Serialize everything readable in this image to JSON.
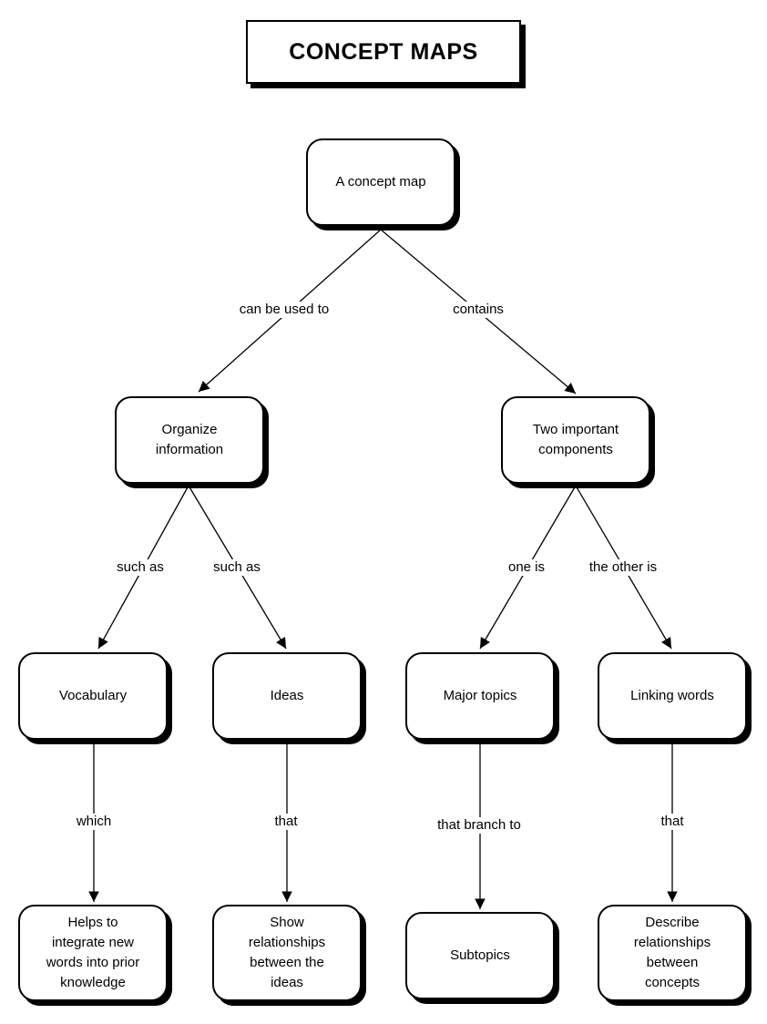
{
  "title": "CONCEPT MAPS",
  "nodes": {
    "root": "A concept map",
    "organize": "Organize\ninformation",
    "components": "Two important\ncomponents",
    "vocabulary": "Vocabulary",
    "ideas": "Ideas",
    "major_topics": "Major topics",
    "linking_words": "Linking words",
    "helps": "Helps to\nintegrate new\nwords into prior\nknowledge",
    "show": "Show\nrelationships\nbetween the\nideas",
    "subtopics": "Subtopics",
    "describe": "Describe\nrelationships\nbetween\nconcepts"
  },
  "links": {
    "can_be_used_to": "can be used to",
    "contains": "contains",
    "such_as_1": "such as",
    "such_as_2": "such as",
    "one_is": "one is",
    "the_other_is": "the other is",
    "which": "which",
    "that_1": "that",
    "that_branch_to": "that branch to",
    "that_2": "that"
  }
}
